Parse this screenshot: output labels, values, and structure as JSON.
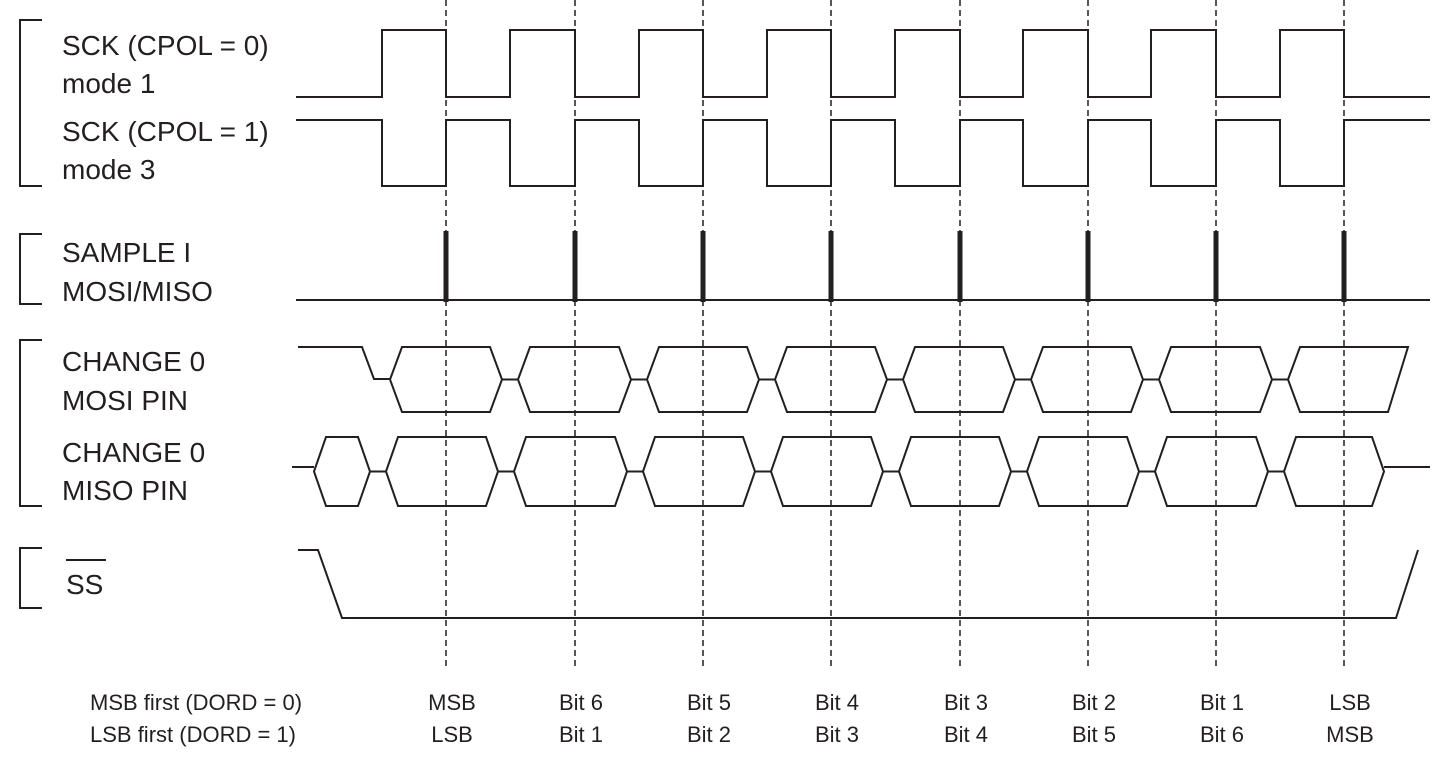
{
  "signals": {
    "sck_cpol0": {
      "line1": "SCK (CPOL = 0)",
      "line2": "mode 1"
    },
    "sck_cpol1": {
      "line1": "SCK (CPOL = 1)",
      "line2": "mode 3"
    },
    "sample": {
      "line1": "SAMPLE I",
      "line2": "MOSI/MISO"
    },
    "mosi": {
      "line1": "CHANGE 0",
      "line2": "MOSI PIN"
    },
    "miso": {
      "line1": "CHANGE 0",
      "line2": "MISO PIN"
    },
    "ss": {
      "line1": "SS"
    }
  },
  "bit_order": {
    "msb_first_label": "MSB first (DORD = 0)",
    "lsb_first_label": "LSB first (DORD = 1)",
    "msb_first": [
      "MSB",
      "Bit 6",
      "Bit 5",
      "Bit 4",
      "Bit 3",
      "Bit 2",
      "Bit 1",
      "LSB"
    ],
    "lsb_first": [
      "LSB",
      "Bit 1",
      "Bit 2",
      "Bit 3",
      "Bit 4",
      "Bit 5",
      "Bit 6",
      "MSB"
    ]
  },
  "colors": {
    "ink": "#231f20",
    "background": "#ffffff"
  }
}
